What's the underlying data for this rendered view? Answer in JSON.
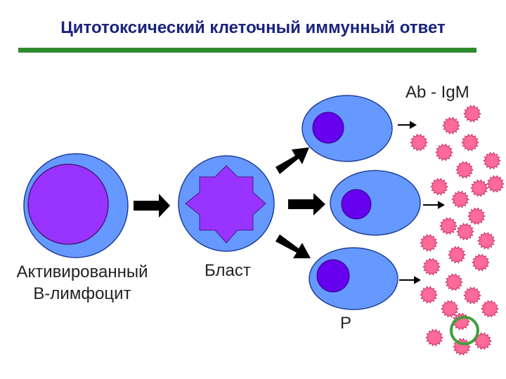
{
  "title": "Цитотоксический клеточный иммунный ответ",
  "labels": {
    "b_cell_line1": "Активированный",
    "b_cell_line2": "B-лимфоцит",
    "blast": "Бласт",
    "plasma": "P",
    "antibody": "Ab - IgM"
  },
  "colors": {
    "title": "#1a237e",
    "rule": "#2e8b2e",
    "cell": "#6699ff",
    "nucleus": "#9933ff",
    "plasma_nucleus": "#6600ee",
    "antibody": "#ff6b99",
    "antibody_ring": "#3f9f3f"
  }
}
